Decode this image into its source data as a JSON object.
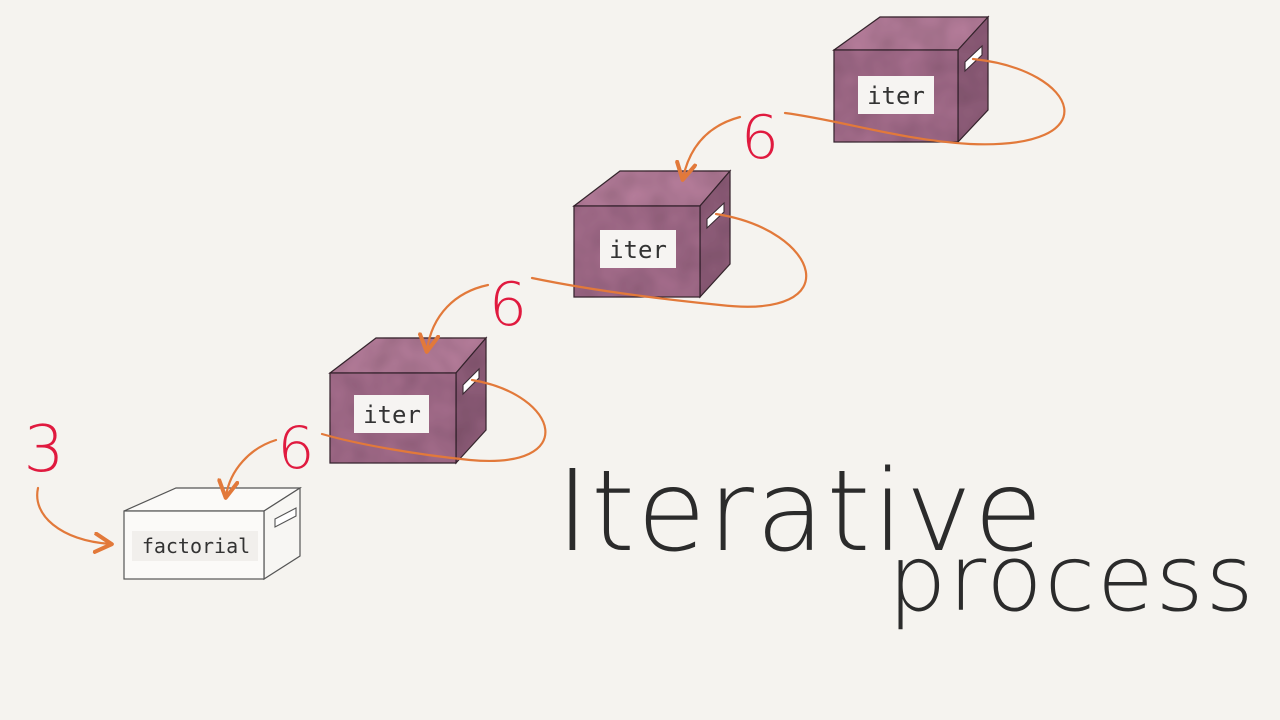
{
  "title": {
    "line1": "Iterative",
    "line2": "process"
  },
  "input_value": "3",
  "boxes": {
    "factorial": {
      "label": "factorial"
    },
    "iter1": {
      "label": "iter",
      "result": "6"
    },
    "iter2": {
      "label": "iter",
      "result": "6"
    },
    "iter3": {
      "label": "iter",
      "result": "6"
    }
  },
  "colors": {
    "background": "#f5f3ef",
    "box_purple": "#a8708f",
    "box_purple_dark": "#8f5a79",
    "box_purple_light": "#bd8aa6",
    "arrow_orange": "#e2793a",
    "number_red": "#e01a3f",
    "title_ink": "#2b2b2b",
    "label_bg": "#f6f4f2"
  }
}
